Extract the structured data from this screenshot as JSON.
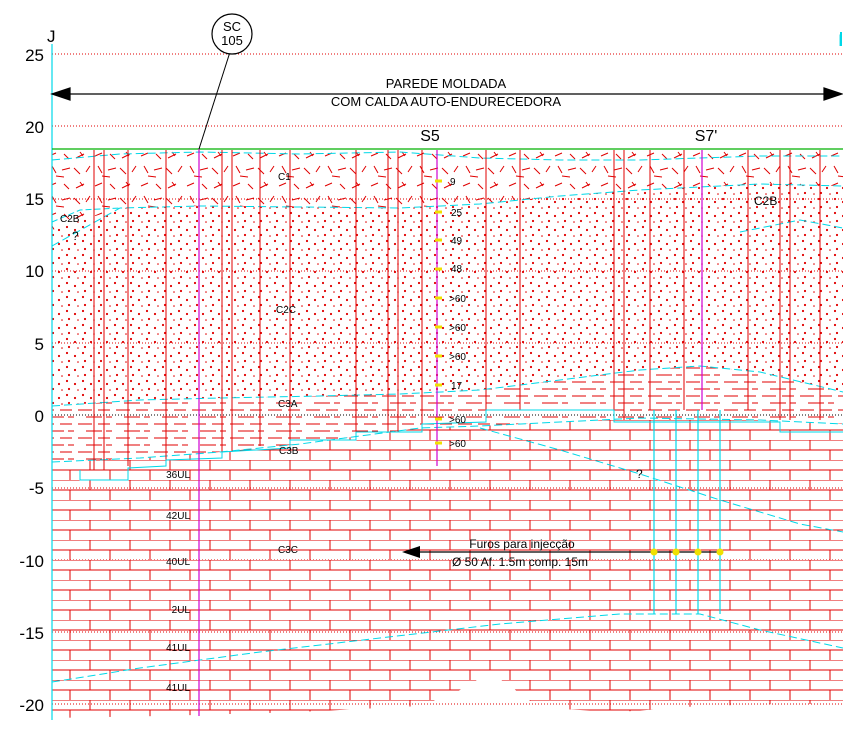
{
  "section": {
    "left_marker": "J",
    "right_marker": "I"
  },
  "elevation_axis": {
    "labels": [
      "25",
      "20",
      "15",
      "10",
      "5",
      "0",
      "-5",
      "-10",
      "-15",
      "-20"
    ]
  },
  "borehole_tag": {
    "line1": "SC",
    "line2": "105"
  },
  "wall": {
    "line1": "PAREDE MOLDADA",
    "line2": "COM CALDA AUTO-ENDURECEDORA"
  },
  "boreholes": {
    "s5": "S5",
    "s7": "S7'"
  },
  "spt_values": [
    "9",
    "25",
    "49",
    "48",
    ">60",
    ">60",
    ">60",
    "17",
    ">60",
    ">60"
  ],
  "layers": {
    "c1": "C1",
    "c2b_left": "C2B",
    "c2b_right": "C2B",
    "c2c": "C2C",
    "c3a": "C3A",
    "c3b": "C3B",
    "c3c": "C3C",
    "question_left": "?",
    "question_right": "?"
  },
  "ul_labels": [
    "36UL",
    "42UL",
    "40UL",
    "2UL",
    "41UL",
    "41UL"
  ],
  "injection": {
    "line1": "Furos para injecção",
    "line2": "Ø 50 Af. 1.5m comp. 15m"
  },
  "colors": {
    "hatch_red": "#e00000",
    "cyan": "#00d8e8",
    "green": "#00b000",
    "magenta": "#d000d0",
    "yellow": "#f0e000"
  }
}
